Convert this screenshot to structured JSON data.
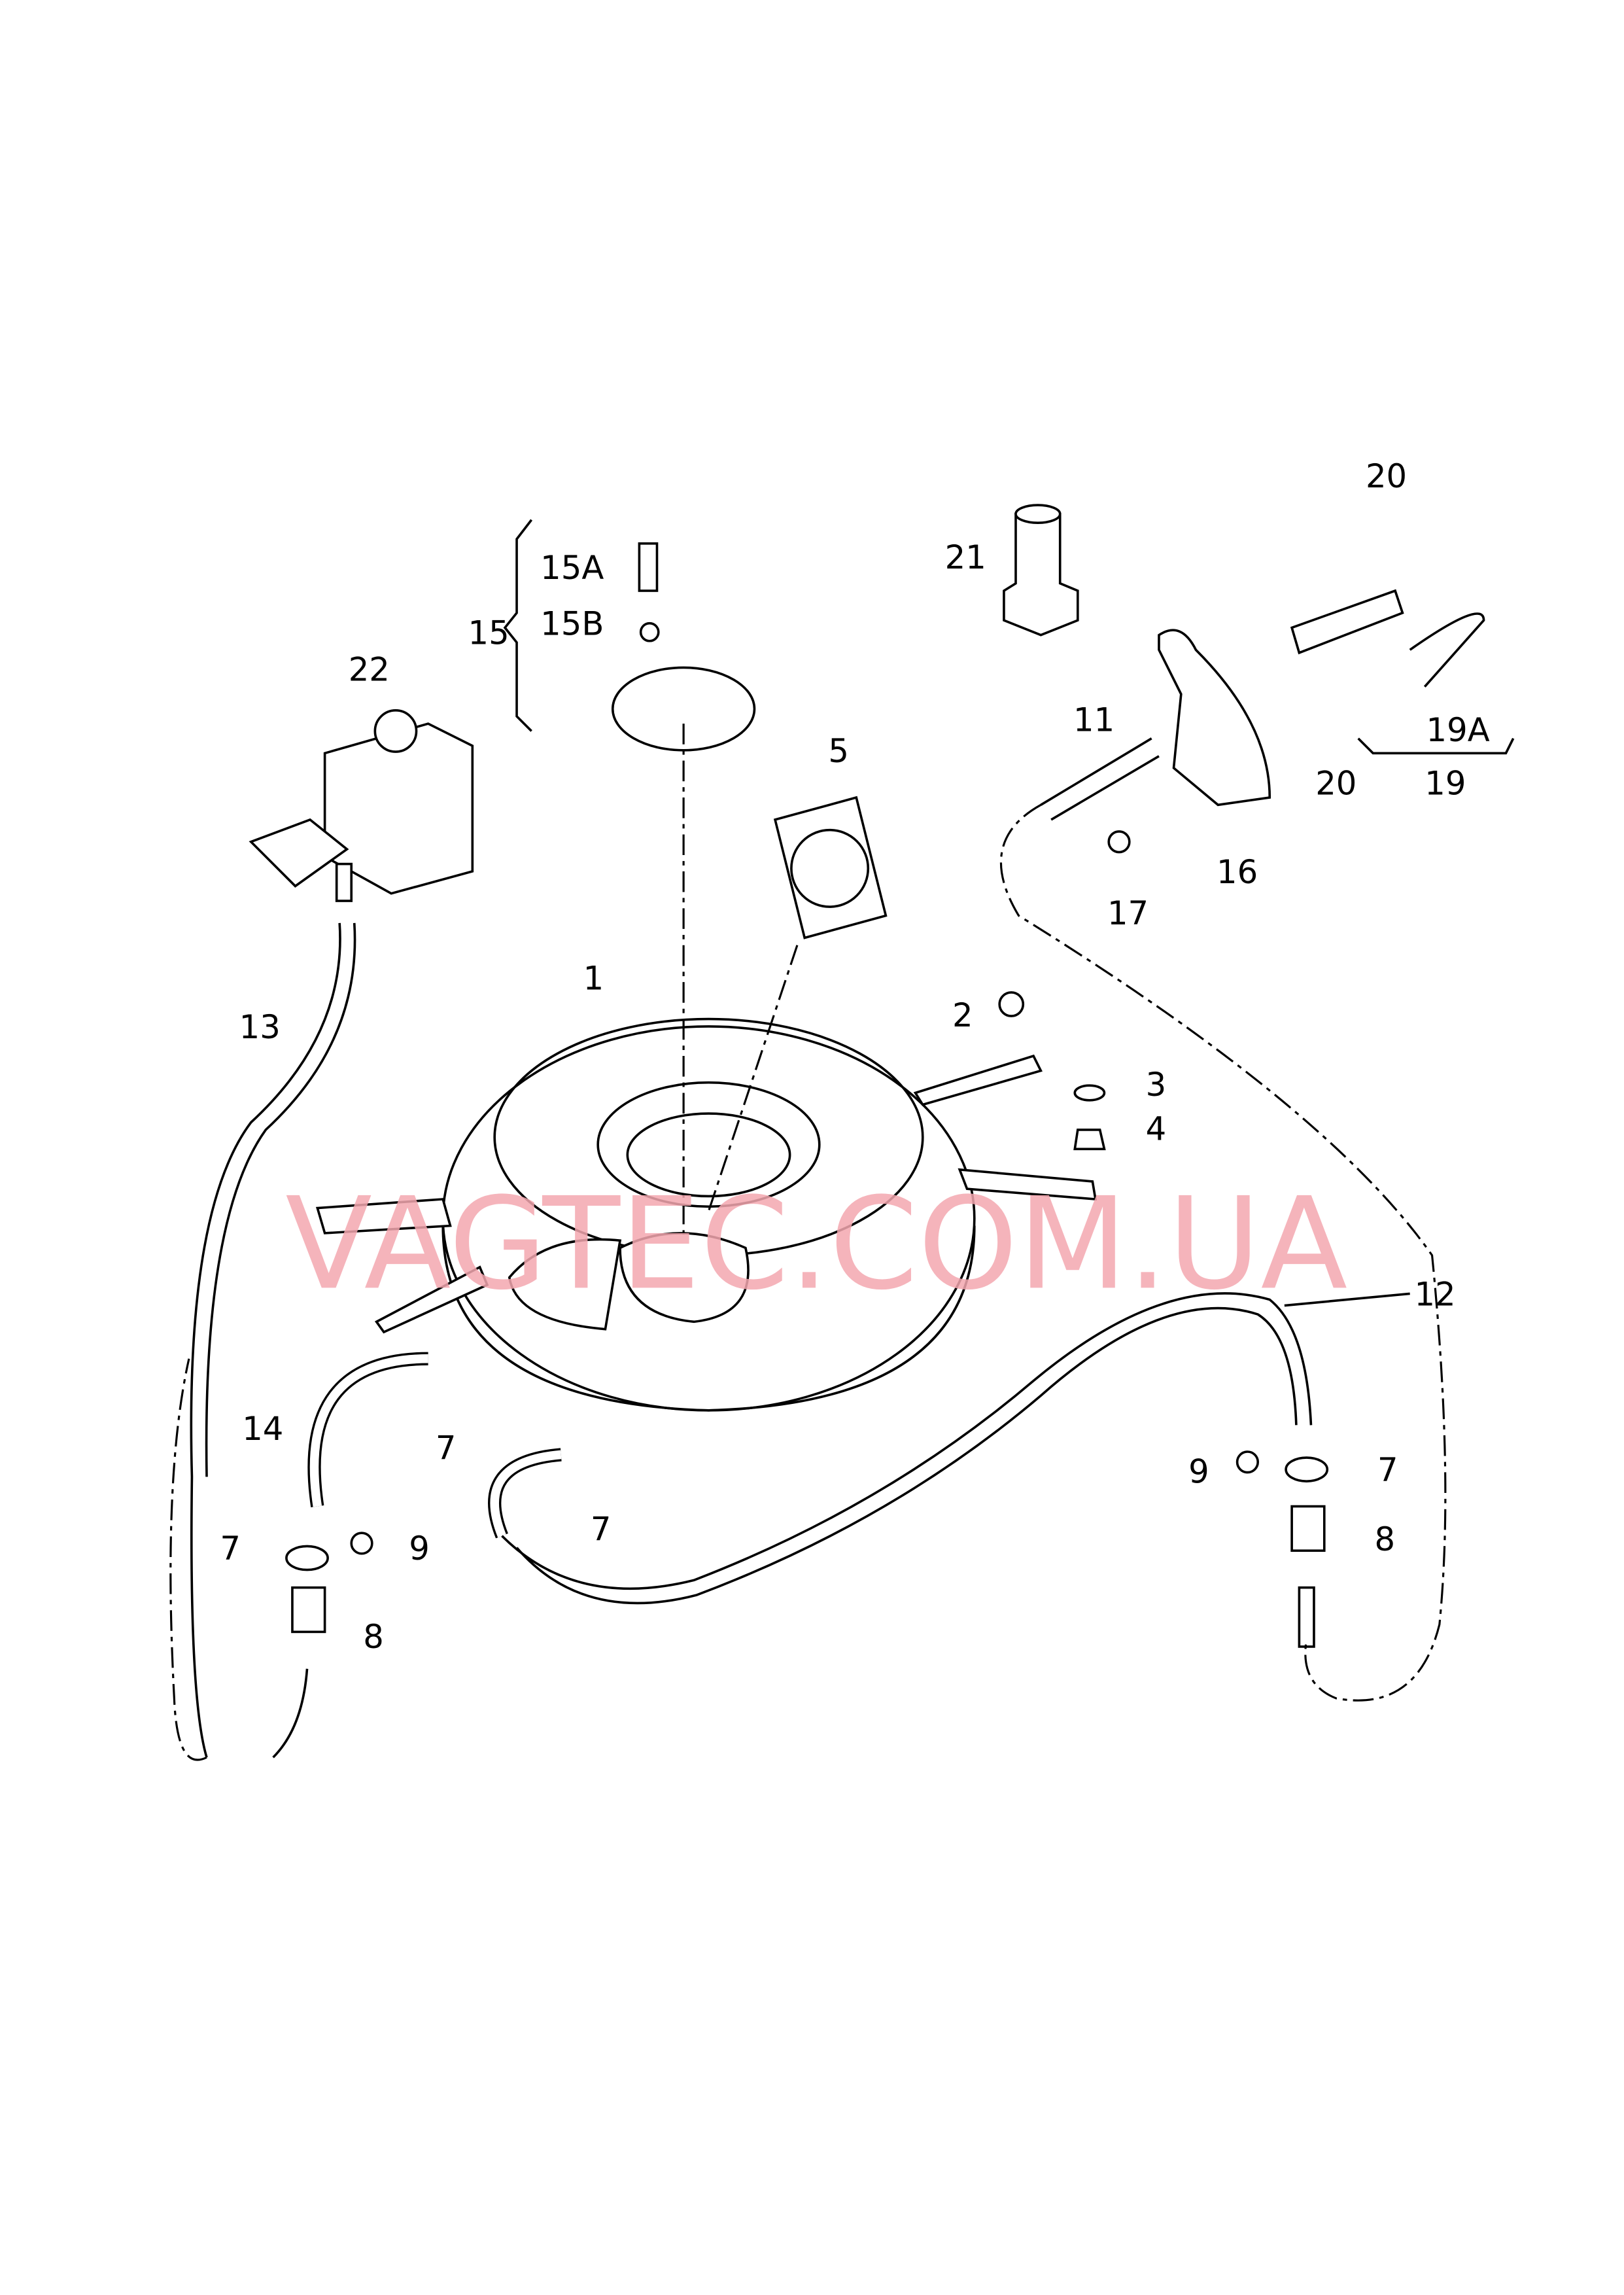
{
  "watermark": "VAGTEC.COM.UA",
  "callouts": [
    {
      "label": "1"
    },
    {
      "label": "2"
    },
    {
      "label": "3"
    },
    {
      "label": "4"
    },
    {
      "label": "5"
    },
    {
      "label": "7"
    },
    {
      "label": "7"
    },
    {
      "label": "7"
    },
    {
      "label": "7"
    },
    {
      "label": "8"
    },
    {
      "label": "8"
    },
    {
      "label": "9"
    },
    {
      "label": "9"
    },
    {
      "label": "11"
    },
    {
      "label": "12"
    },
    {
      "label": "13"
    },
    {
      "label": "14"
    },
    {
      "label": "15"
    },
    {
      "label": "15A"
    },
    {
      "label": "15B"
    },
    {
      "label": "16"
    },
    {
      "label": "17"
    },
    {
      "label": "19"
    },
    {
      "label": "19A"
    },
    {
      "label": "20"
    },
    {
      "label": "20"
    },
    {
      "label": "21"
    },
    {
      "label": "22"
    }
  ]
}
